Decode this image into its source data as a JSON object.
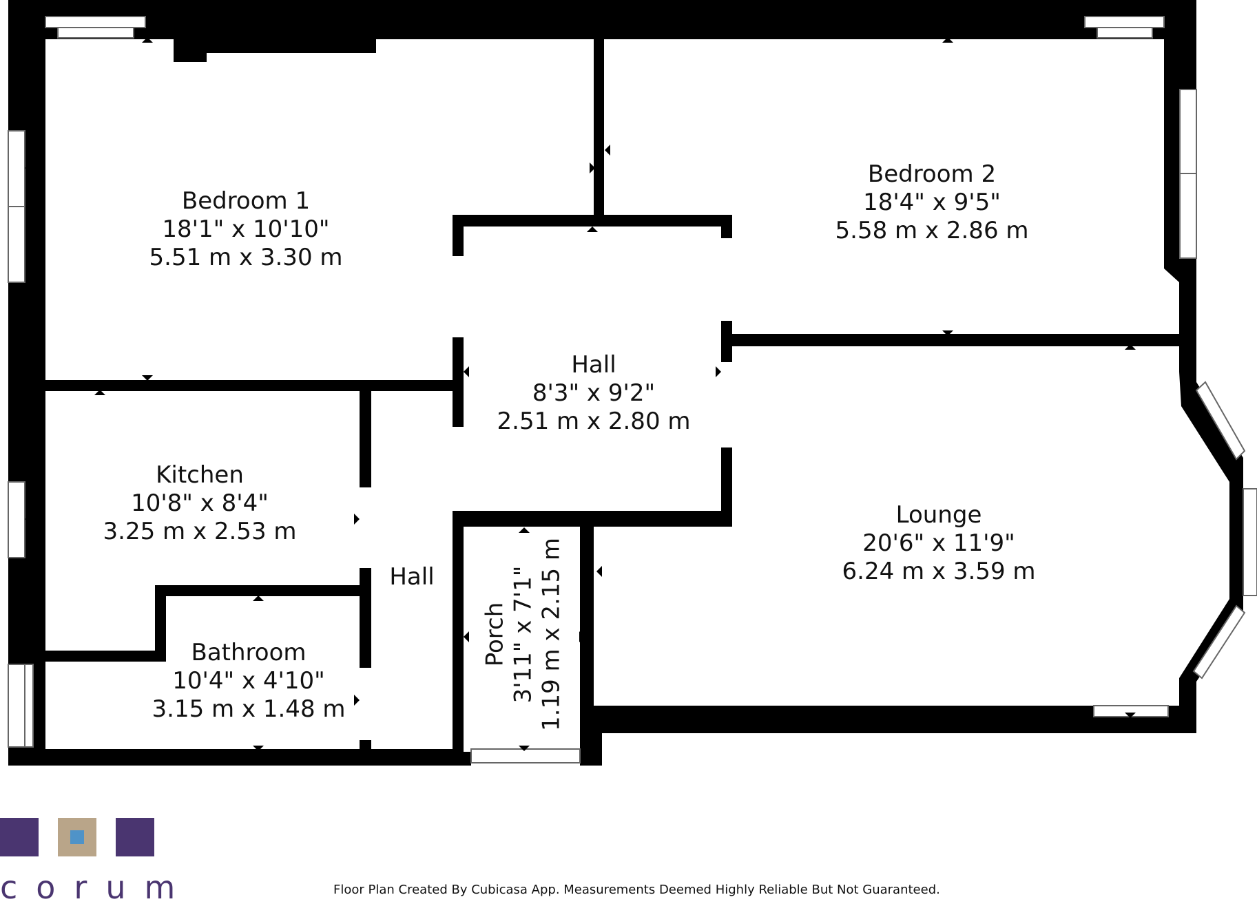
{
  "rooms": {
    "bedroom1": {
      "name": "Bedroom 1",
      "imperial": "18'1\" x 10'10\"",
      "metric": "5.51 m x 3.30 m"
    },
    "bedroom2": {
      "name": "Bedroom 2",
      "imperial": "18'4\" x 9'5\"",
      "metric": "5.58 m x 2.86 m"
    },
    "hall_main": {
      "name": "Hall",
      "imperial": "8'3\" x 9'2\"",
      "metric": "2.51 m x 2.80 m"
    },
    "kitchen": {
      "name": "Kitchen",
      "imperial": "10'8\" x 8'4\"",
      "metric": "3.25 m x 2.53 m"
    },
    "hall_small": {
      "name": "Hall"
    },
    "bathroom": {
      "name": "Bathroom",
      "imperial": "10'4\" x 4'10\"",
      "metric": "3.15 m x 1.48 m"
    },
    "porch": {
      "name": "Porch",
      "imperial": "3'11\" x 7'1\"",
      "metric": "1.19 m x 2.15 m"
    },
    "lounge": {
      "name": "Lounge",
      "imperial": "20'6\" x 11'9\"",
      "metric": "6.24 m x 3.59 m"
    }
  },
  "logo": {
    "wordmark": "corum",
    "colors": {
      "purple": "#4a3570",
      "tan": "#b9a589",
      "blue": "#4f93c8"
    }
  },
  "footer": {
    "disclaimer": "Floor Plan Created By Cubicasa App. Measurements Deemed Highly Reliable But Not Guaranteed."
  },
  "colors": {
    "wall": "#000000",
    "window": "#ffffff",
    "window_line": "#666666"
  }
}
